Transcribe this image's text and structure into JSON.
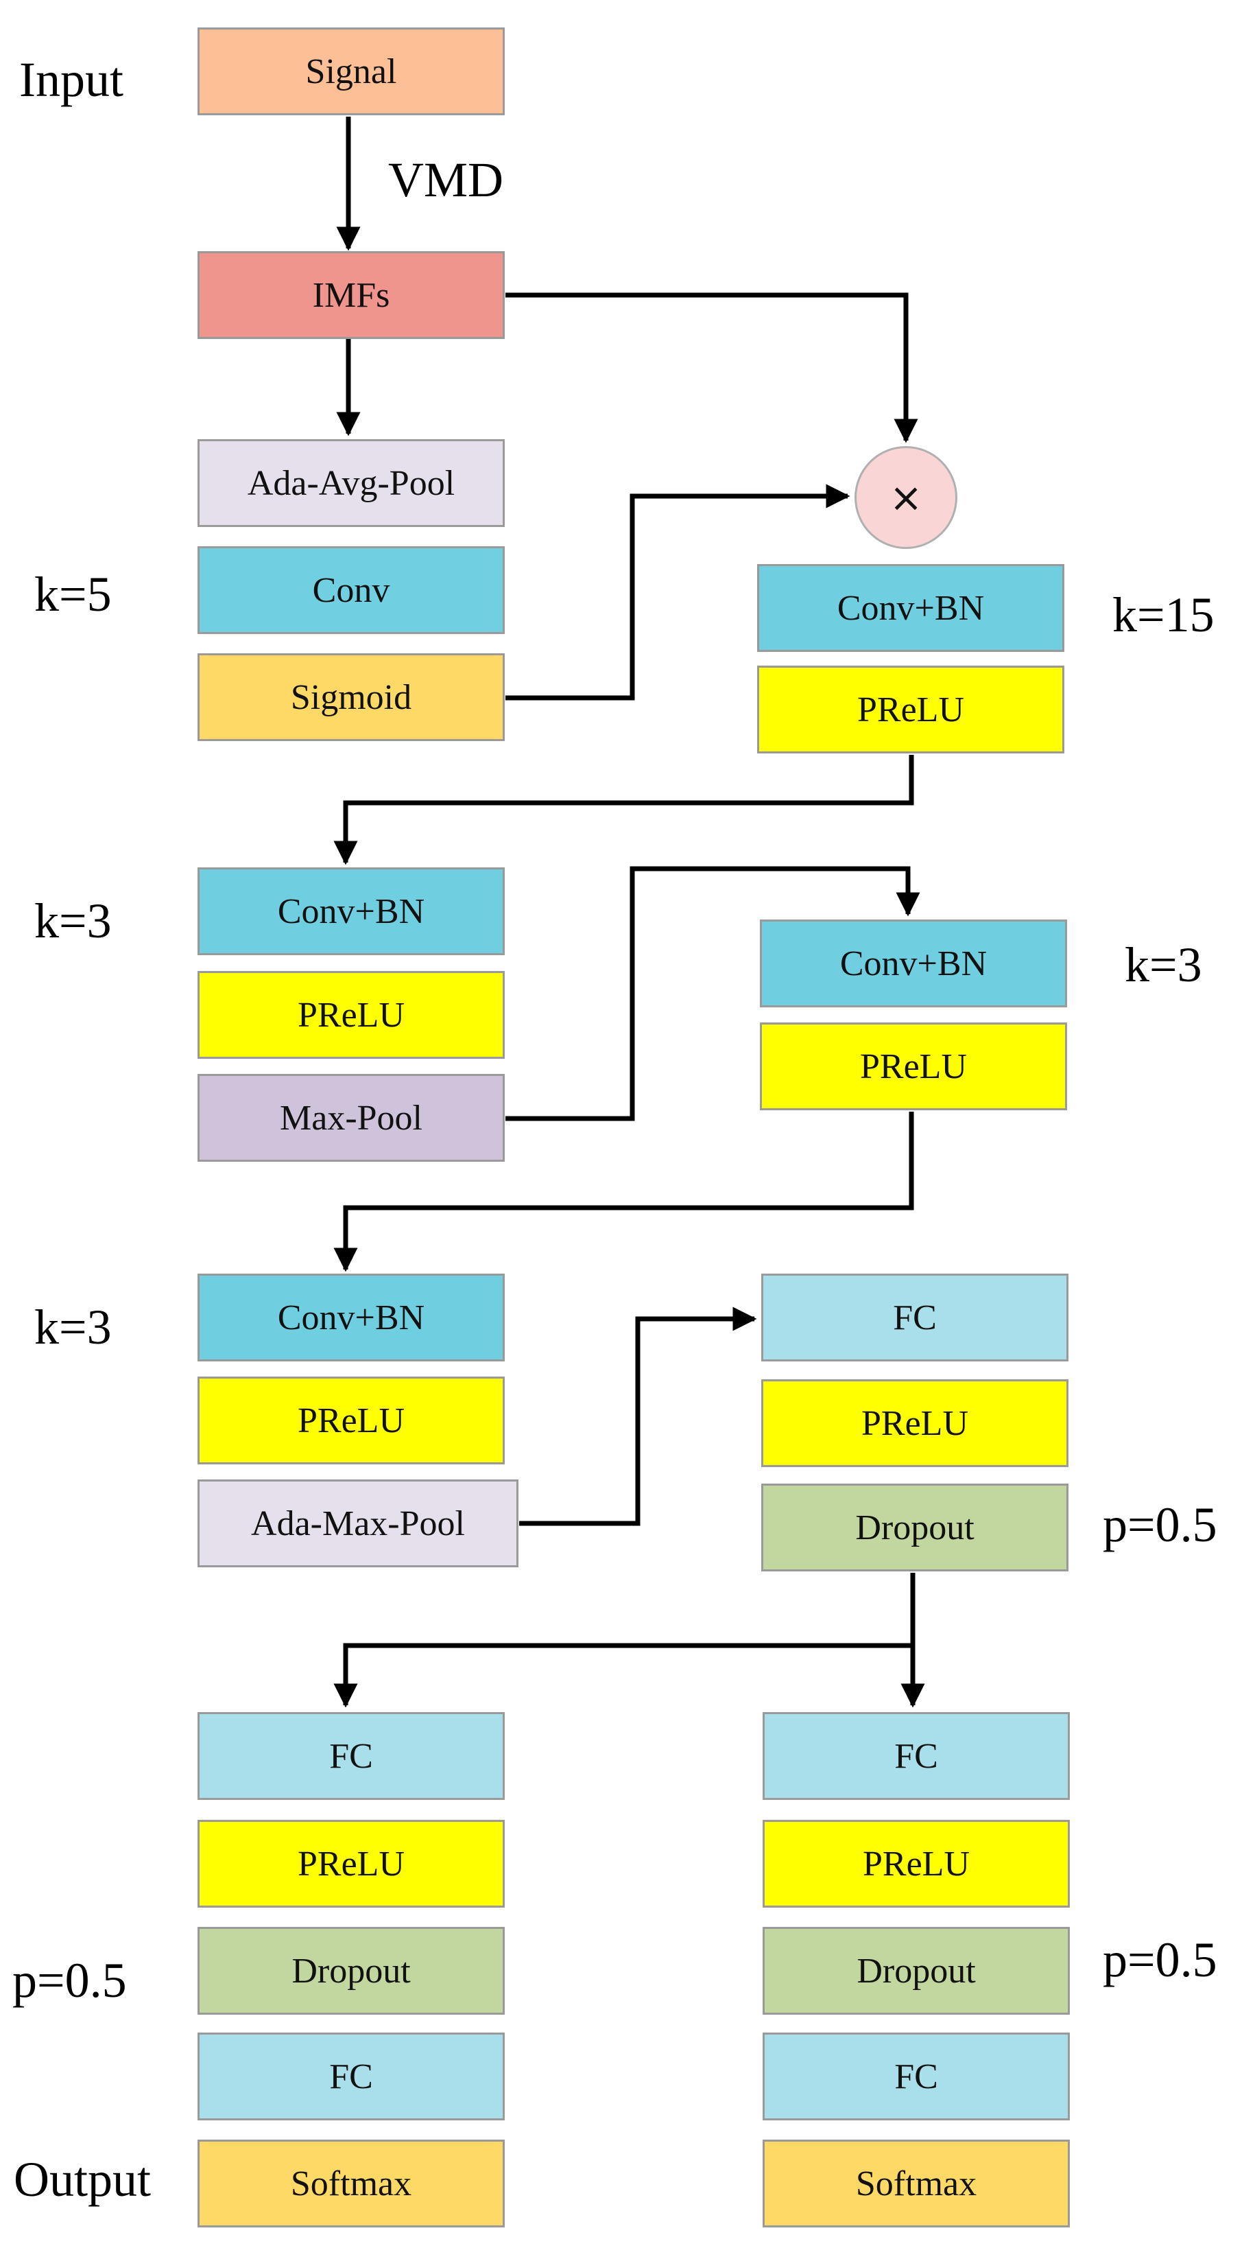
{
  "colors": {
    "signal": "#fdbf95",
    "imfs": "#f0958e",
    "pool_light": "#e6dfec",
    "pool_purple": "#cfc3dc",
    "conv": "#70cfe0",
    "conv_bn": "#6fcfe0",
    "activation_yellow": "#ffff00",
    "sigmoid": "#ffd966",
    "fc": "#a9dfea",
    "dropout": "#c1d79f",
    "softmax": "#ffd966",
    "multiply": "#f9d6d5",
    "wire": "#000000"
  },
  "boxes": {
    "signal": "Signal",
    "imfs": "IMFs",
    "ada_avg_pool": "Ada-Avg-Pool",
    "conv": "Conv",
    "sigmoid": "Sigmoid",
    "conv_bn_1": "Conv+BN",
    "prelu_1": "PReLU",
    "conv_bn_2": "Conv+BN",
    "prelu_2": "PReLU",
    "max_pool": "Max-Pool",
    "conv_bn_3": "Conv+BN",
    "prelu_3": "PReLU",
    "conv_bn_4": "Conv+BN",
    "prelu_4": "PReLU",
    "ada_max_pool": "Ada-Max-Pool",
    "fc_1": "FC",
    "prelu_5": "PReLU",
    "dropout_1": "Dropout",
    "fc_left_1": "FC",
    "prelu_left": "PReLU",
    "dropout_left": "Dropout",
    "fc_left_2": "FC",
    "softmax_left": "Softmax",
    "fc_right_1": "FC",
    "prelu_right": "PReLU",
    "dropout_right": "Dropout",
    "fc_right_2": "FC",
    "softmax_right": "Softmax"
  },
  "multiply_symbol": "×",
  "labels": {
    "input": "Input",
    "vmd": "VMD",
    "k_conv": "k=5",
    "k_conv_bn_1": "k=15",
    "k_conv_bn_2": "k=3",
    "k_conv_bn_3": "k=3",
    "k_conv_bn_4": "k=3",
    "p_dropout_1": "p=0.5",
    "p_dropout_left": "p=0.5",
    "p_dropout_right": "p=0.5",
    "output": "Output"
  }
}
